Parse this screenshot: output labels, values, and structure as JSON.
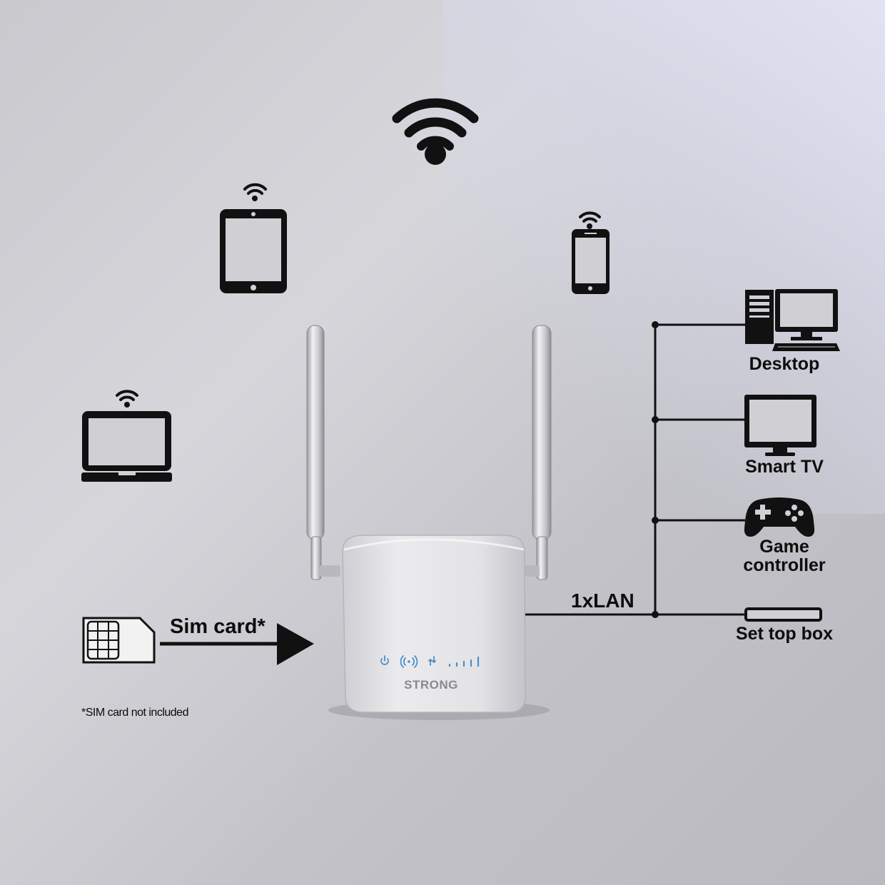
{
  "labels": {
    "sim_card": "Sim card*",
    "sim_note": "*SIM card not included",
    "lan": "1xLAN",
    "desktop": "Desktop",
    "smart_tv": "Smart TV",
    "game_controller_line1": "Game",
    "game_controller_line2": "controller",
    "set_top_box": "Set top box",
    "brand": "STRONG"
  },
  "icons": [
    "wifi-icon",
    "tablet-icon",
    "smartphone-icon",
    "laptop-icon",
    "sim-card-icon",
    "arrow-right-icon",
    "desktop-computer-icon",
    "smart-tv-icon",
    "gamepad-icon",
    "set-top-box-icon",
    "router-image"
  ],
  "colors": {
    "icon": "#111111",
    "led": "#4a90c8",
    "background": "#cdcdd2"
  }
}
